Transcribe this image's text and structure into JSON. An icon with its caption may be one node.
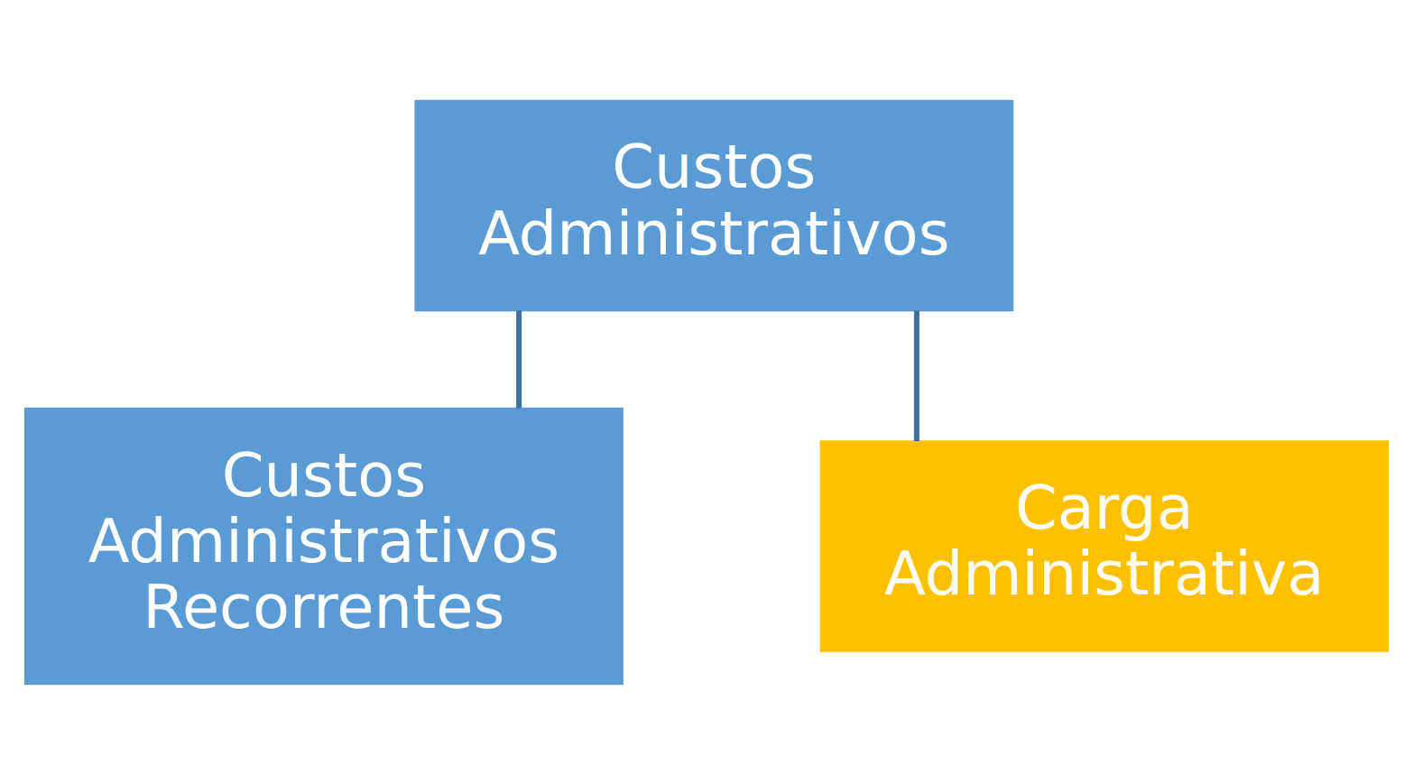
{
  "diagram": {
    "nodes": [
      {
        "text": [
          "Custos Administrativos"
        ]
      },
      {
        "text": [
          "Custos Administrativos Recorrentes"
        ]
      },
      {
        "text": [
          "Carga Administrativa"
        ]
      }
    ],
    "edges": [
      {
        "from": 0,
        "to": 1,
        "arrow": "none"
      },
      {
        "from": 0,
        "to": 2,
        "arrow": "none"
      }
    ]
  }
}
